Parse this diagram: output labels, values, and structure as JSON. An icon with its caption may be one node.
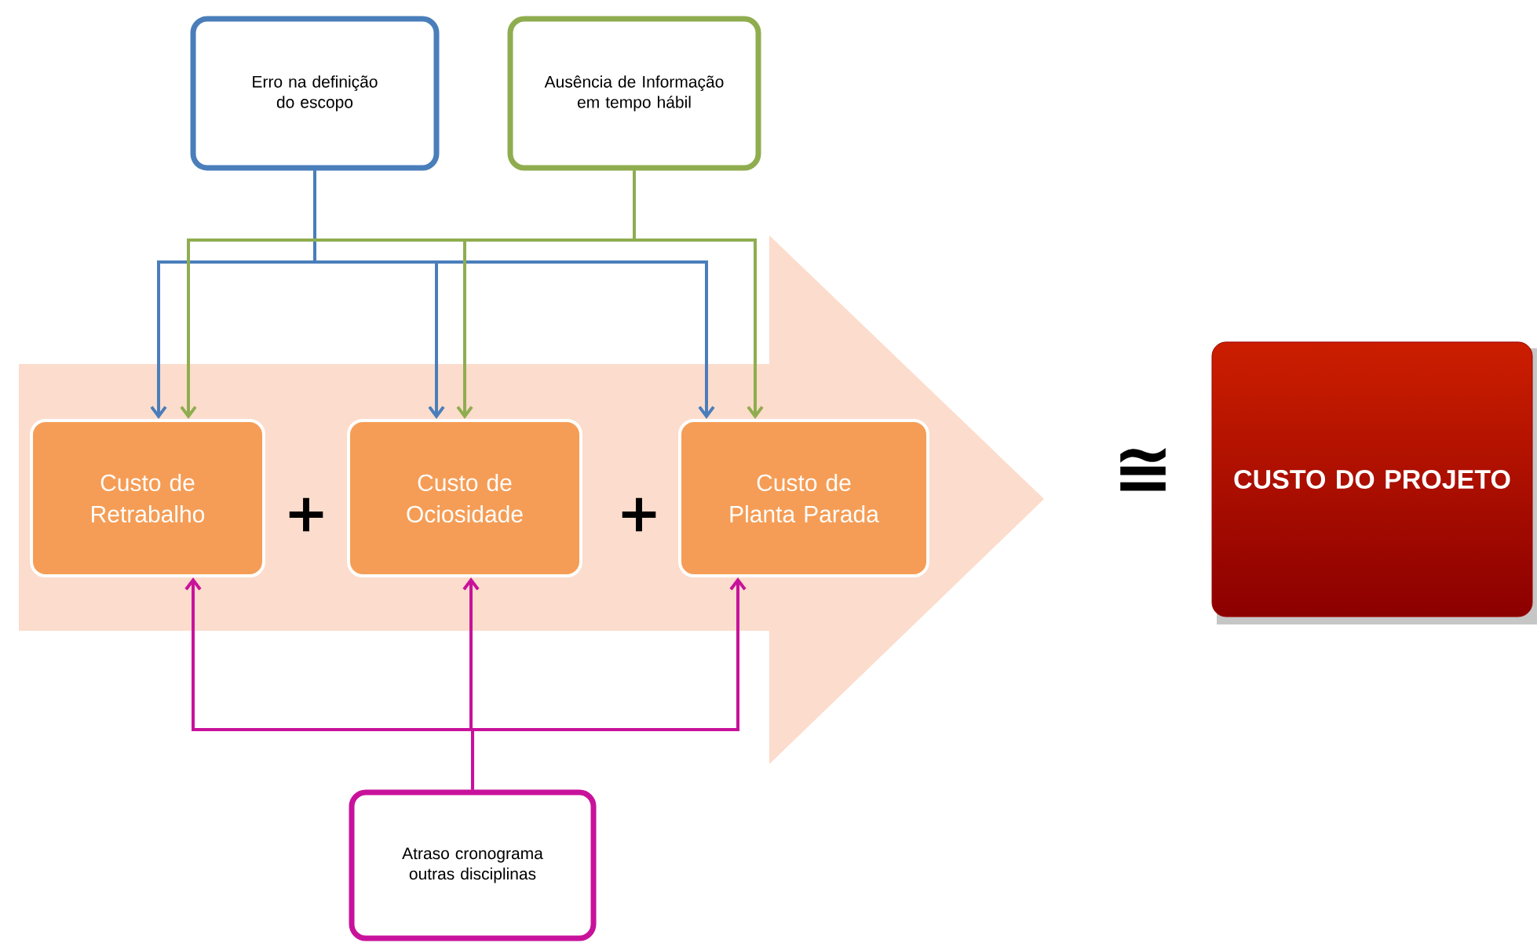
{
  "diagram": {
    "nodes": [
      {
        "text": [
          "Erro na definição do escopo"
        ]
      },
      {
        "text": [
          "Ausência de Informação em tempo hábil"
        ]
      },
      {
        "text": [
          "Custo de Retrabalho"
        ]
      },
      {
        "text": [
          "Custo de Ociosidade"
        ]
      },
      {
        "text": [
          "Custo de Planta Parada"
        ]
      },
      {
        "text": [
          "CUSTO DO PROJETO"
        ]
      },
      {
        "text": [
          "Atraso cronograma outras disciplinas"
        ]
      }
    ],
    "edges": [
      {
        "from": 0,
        "to": 2,
        "arrow": "to",
        "color": "#4a7ebb"
      },
      {
        "from": 0,
        "to": 3,
        "arrow": "to",
        "color": "#4a7ebb"
      },
      {
        "from": 0,
        "to": 4,
        "arrow": "to",
        "color": "#4a7ebb"
      },
      {
        "from": 1,
        "to": 2,
        "arrow": "to",
        "color": "#8fad4f"
      },
      {
        "from": 1,
        "to": 3,
        "arrow": "to",
        "color": "#8fad4f"
      },
      {
        "from": 1,
        "to": 4,
        "arrow": "to",
        "color": "#8fad4f"
      },
      {
        "from": 6,
        "to": 2,
        "arrow": "to",
        "color": "#c8129b"
      },
      {
        "from": 6,
        "to": 3,
        "arrow": "to",
        "color": "#c8129b"
      },
      {
        "from": 6,
        "to": 4,
        "arrow": "to",
        "color": "#c8129b"
      }
    ],
    "labels": [
      "+",
      "+",
      "≅"
    ]
  }
}
